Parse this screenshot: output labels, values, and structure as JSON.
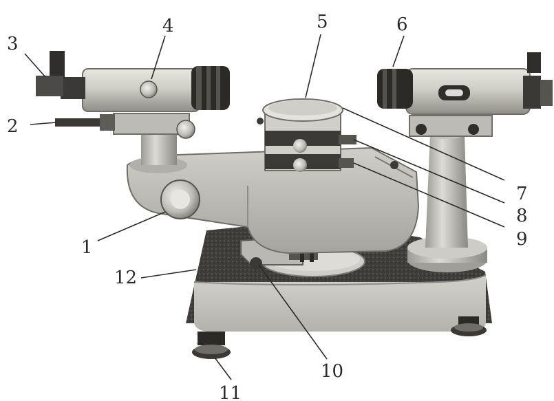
{
  "diagram": {
    "callouts": [
      {
        "id": "1",
        "label": "1"
      },
      {
        "id": "2",
        "label": "2"
      },
      {
        "id": "3",
        "label": "3"
      },
      {
        "id": "4",
        "label": "4"
      },
      {
        "id": "5",
        "label": "5"
      },
      {
        "id": "6",
        "label": "6"
      },
      {
        "id": "7",
        "label": "7"
      },
      {
        "id": "8",
        "label": "8"
      },
      {
        "id": "9",
        "label": "9"
      },
      {
        "id": "10",
        "label": "10"
      },
      {
        "id": "11",
        "label": "11"
      },
      {
        "id": "12",
        "label": "12"
      }
    ],
    "colors": {
      "metal_light": "#d9d8d2",
      "metal_mid": "#b9b8b1",
      "metal_dark": "#6f6e69",
      "black": "#1c1c1c",
      "base_texture": "#3b3a37",
      "ink": "#2a2a2a"
    }
  }
}
